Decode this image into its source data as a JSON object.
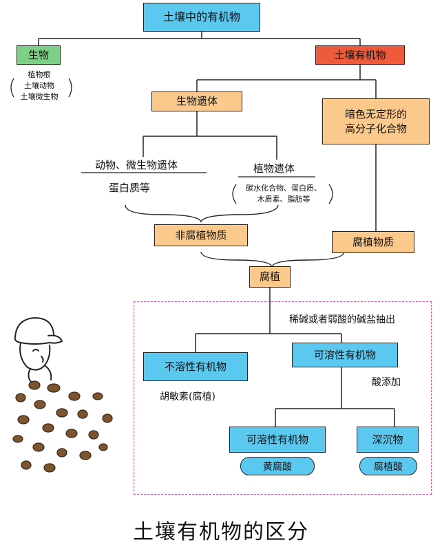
{
  "nodes": {
    "root": "土壤中的有机物",
    "living": "生物",
    "living_examples": [
      "植物根",
      "土壤动物",
      "土壤微生物"
    ],
    "soil_organic": "土壤有机物",
    "bio_remains": "生物遗体",
    "dark_compounds": [
      "暗色无定形的",
      "高分子化合物"
    ],
    "animal_remains": "动物、微生物遗体",
    "animal_protein": "蛋白质等",
    "plant_remains": "植物遗体",
    "plant_components": [
      "碳水化合物、蛋白质、",
      "木质素、脂肪等"
    ],
    "non_humic": "非腐植物质",
    "humic_substance": "腐植物质",
    "humus": "腐植",
    "extract_note": "稀碱或者弱酸的碱盐抽出",
    "insoluble": "不溶性有机物",
    "humin": "胡敏素(腐植)",
    "soluble": "可溶性有机物",
    "acid_note": "酸添加",
    "soluble2": "可溶性有机物",
    "precipitate": "深沉物",
    "fulvic": "黄腐酸",
    "humic_acid": "腐植酸"
  },
  "title": "土壤有机物的区分",
  "colors": {
    "blue": "#5bc8ef",
    "green": "#7ecf86",
    "red": "#ee5a3c",
    "orange": "#fbc98c",
    "dash": "#d04f9a",
    "soil": "#7a5530"
  }
}
